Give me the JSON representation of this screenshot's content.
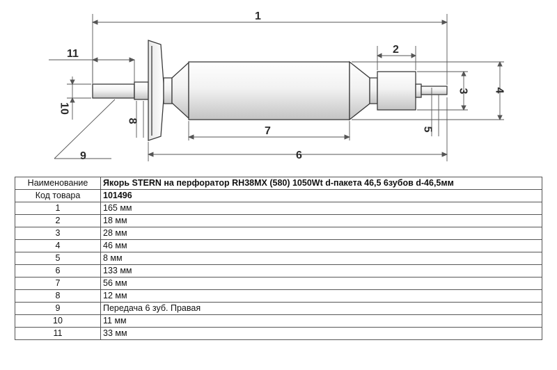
{
  "diagram": {
    "labels": {
      "d1": "1",
      "d2": "2",
      "d3": "3",
      "d4": "4",
      "d5": "5",
      "d6": "6",
      "d7": "7",
      "d8": "8",
      "d9": "9",
      "d10": "10",
      "d11": "11"
    },
    "colors": {
      "line": "#555555",
      "part_light": "#f4f4f4",
      "part_shade": "#c8c8c8"
    }
  },
  "table": {
    "header": {
      "label": "Наименование",
      "value": "Якорь STERN на перфоратор RH38MX (580) 1050Wt d-пакета 46,5 6зубов d-46,5мм"
    },
    "code": {
      "label": "Код товара",
      "value": "101496"
    },
    "rows": [
      {
        "label": "1",
        "value": "165 мм"
      },
      {
        "label": "2",
        "value": "18 мм"
      },
      {
        "label": "3",
        "value": "28 мм"
      },
      {
        "label": "4",
        "value": "46 мм"
      },
      {
        "label": "5",
        "value": "8 мм"
      },
      {
        "label": "6",
        "value": "133 мм"
      },
      {
        "label": "7",
        "value": "56 мм"
      },
      {
        "label": "8",
        "value": "12 мм"
      },
      {
        "label": "9",
        "value": "Передача 6 зуб. Правая"
      },
      {
        "label": "10",
        "value": "11 мм"
      },
      {
        "label": "11",
        "value": "33 мм"
      }
    ]
  }
}
